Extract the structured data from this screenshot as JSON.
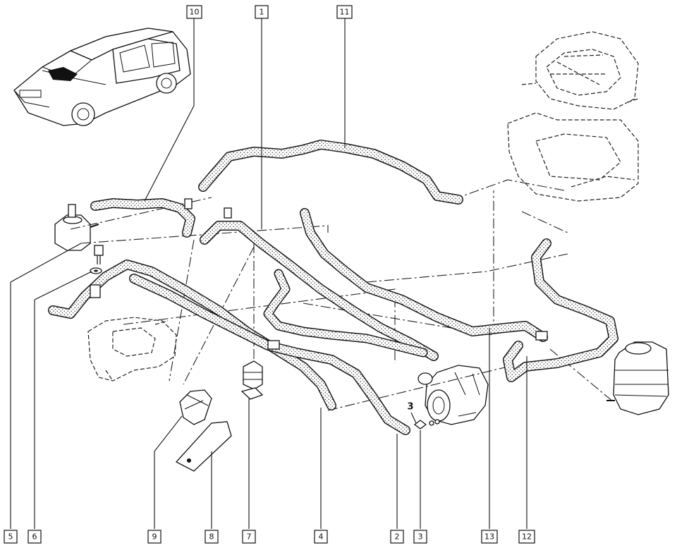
{
  "diagram": {
    "callouts": [
      {
        "id": "callout-1",
        "text": "1"
      },
      {
        "id": "callout-2",
        "text": "2"
      },
      {
        "id": "callout-3",
        "text": "3"
      },
      {
        "id": "callout-4",
        "text": "4"
      },
      {
        "id": "callout-5",
        "text": "5"
      },
      {
        "id": "callout-6",
        "text": "6"
      },
      {
        "id": "callout-7",
        "text": "7"
      },
      {
        "id": "callout-8",
        "text": "8"
      },
      {
        "id": "callout-9",
        "text": "9"
      },
      {
        "id": "callout-10",
        "text": "10"
      },
      {
        "id": "callout-11",
        "text": "11"
      },
      {
        "id": "callout-12",
        "text": "12"
      },
      {
        "id": "callout-13",
        "text": "13"
      }
    ],
    "inline_tag": "3",
    "colors": {
      "line": "#1a1a1a",
      "hose_fill": "#ffffff",
      "background": "#ffffff"
    }
  }
}
